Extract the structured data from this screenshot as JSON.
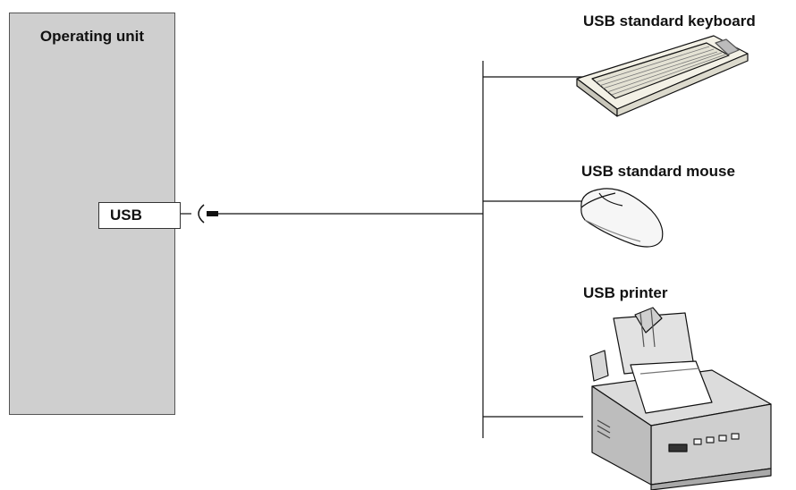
{
  "unit": {
    "title": "Operating unit",
    "port_label": "USB"
  },
  "devices": {
    "keyboard": "USB standard keyboard",
    "mouse": "USB standard mouse",
    "printer": "USB printer"
  }
}
